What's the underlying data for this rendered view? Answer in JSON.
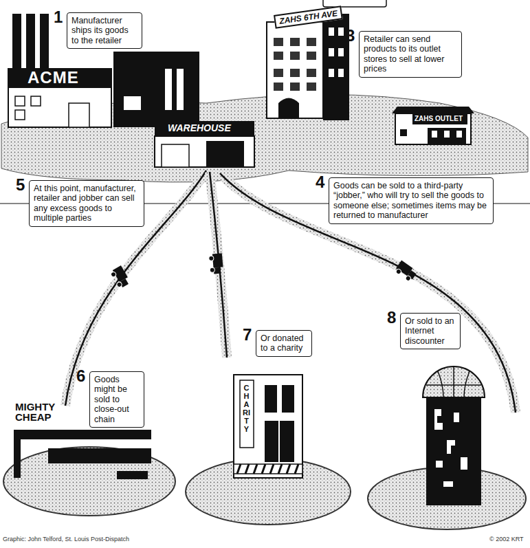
{
  "diagram": {
    "nodes": [
      {
        "text": [
          "1",
          "Manufacturer ships its goods to the retailer"
        ]
      },
      {
        "text": [
          "3",
          "Retailer can send products to its outlet stores to sell at lower prices"
        ]
      },
      {
        "text": [
          "4",
          "Goods can be sold to a third-party “jobber,” who will try to sell the goods to someone else; sometimes items may be returned to manufacturer"
        ]
      },
      {
        "text": [
          "5",
          "At this point, manufacturer, retailer and jobber can sell any excess goods to multiple parties"
        ]
      },
      {
        "text": [
          "6",
          "Goods might be sold to close-out chain"
        ]
      },
      {
        "text": [
          "7",
          "Or donated to a charity"
        ]
      },
      {
        "text": [
          "8",
          "Or sold to an Internet discounter"
        ]
      }
    ],
    "labels": [
      "ACME",
      "ZAHS 6TH AVE",
      "ZAHS OUTLET",
      "WAREHOUSE",
      "MIGHTY CHEAP",
      "CHARITY",
      "Graphic: John Telford, St. Louis Post-Dispatch",
      "© 2002 KRT"
    ]
  }
}
